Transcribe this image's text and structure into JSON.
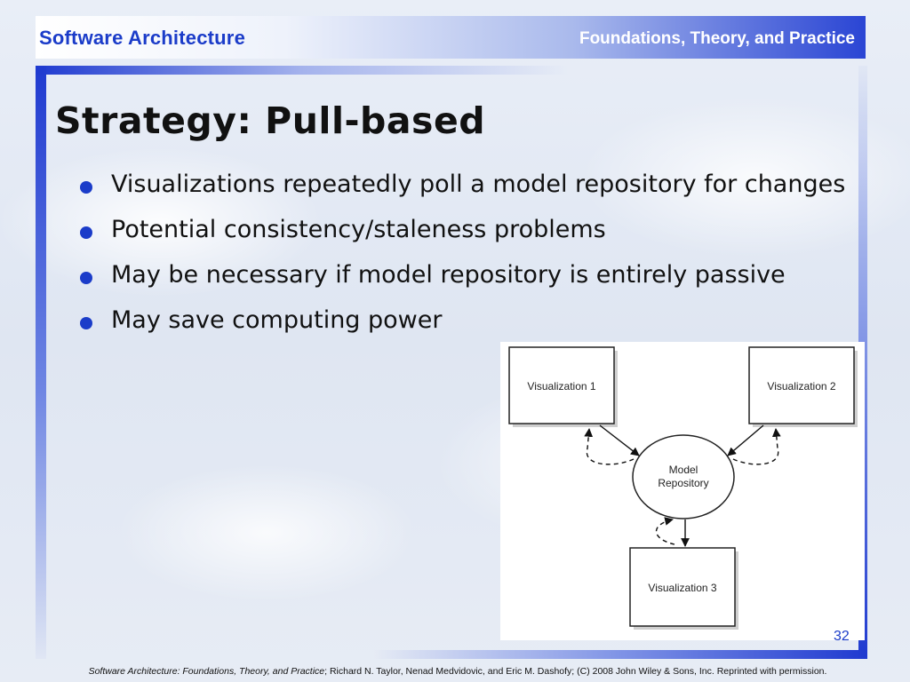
{
  "header": {
    "left_title": "Software Architecture",
    "right_title": "Foundations, Theory, and Practice"
  },
  "slide": {
    "title": "Strategy: Pull-based",
    "bullets": [
      "Visualizations repeatedly poll a model repository for changes",
      "Potential consistency/staleness problems",
      "May be necessary if model repository is entirely passive",
      "May save computing power"
    ],
    "slide_number": "32"
  },
  "diagram": {
    "nodes": {
      "vis1": "Visualization 1",
      "vis2": "Visualization 2",
      "vis3": "Visualization 3",
      "repo_line1": "Model",
      "repo_line2": "Repository"
    }
  },
  "footer": {
    "italic_part": "Software Architecture: Foundations, Theory, and Practice",
    "rest": "; Richard N. Taylor, Nenad Medvidovic, and Eric M. Dashofy; (C) 2008 John Wiley & Sons, Inc. Reprinted with permission."
  },
  "colors": {
    "accent": "#1b3cc9",
    "header_gradient_end": "#2a45d4"
  }
}
